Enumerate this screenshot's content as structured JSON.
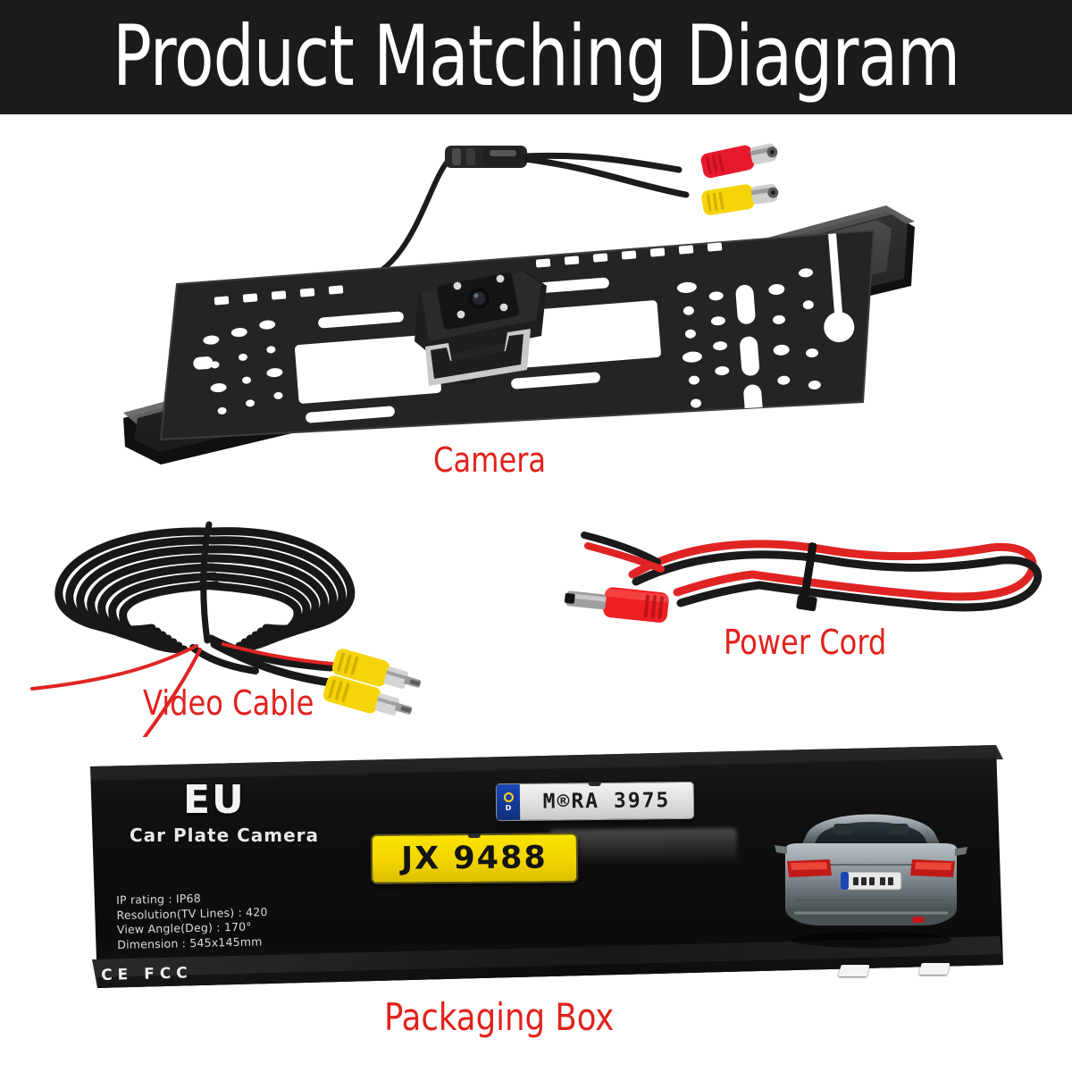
{
  "header": {
    "title": "Product Matching Diagram",
    "background_color": "#1b1b1b",
    "text_color": "#ffffff"
  },
  "accent_color": "#e2211c",
  "page_background": "#ffffff",
  "items": [
    {
      "id": "camera",
      "caption": "Camera",
      "description": "EU license plate frame with integrated rear-view camera module and RCA pigtail"
    },
    {
      "id": "video-cable",
      "caption": "Video Cable",
      "description": "Coiled black extension cable with two yellow RCA connectors and red trigger wires"
    },
    {
      "id": "power-cord",
      "caption": "Power Cord",
      "description": "Red and black twin wire with red DC barrel plug"
    },
    {
      "id": "packaging-box",
      "caption": "Packaging Box",
      "description": "Long black retail box printed with product artwork"
    }
  ],
  "box": {
    "brand": "EU",
    "subtitle": "Car Plate Camera",
    "specs": [
      "IP rating : IP68",
      "Resolution(TV Lines) : 420",
      "View Angle(Deg) : 170°",
      "Dimension : 545x145mm"
    ],
    "plate_white": "M®RA  3975",
    "plate_yellow": "JX 9488",
    "eu_country_code": "D",
    "certifications": "CE  FCC",
    "colors": {
      "box": "#121212",
      "plate_yellow": "#f2d400",
      "plate_white": "#e4e4e4",
      "eu_band_blue": "#1b46b4"
    }
  },
  "connectors": {
    "rca_red": "#e8192c",
    "rca_yellow": "#f6d40a",
    "wire_black": "#1a1a1a",
    "wire_red": "#e02020"
  }
}
